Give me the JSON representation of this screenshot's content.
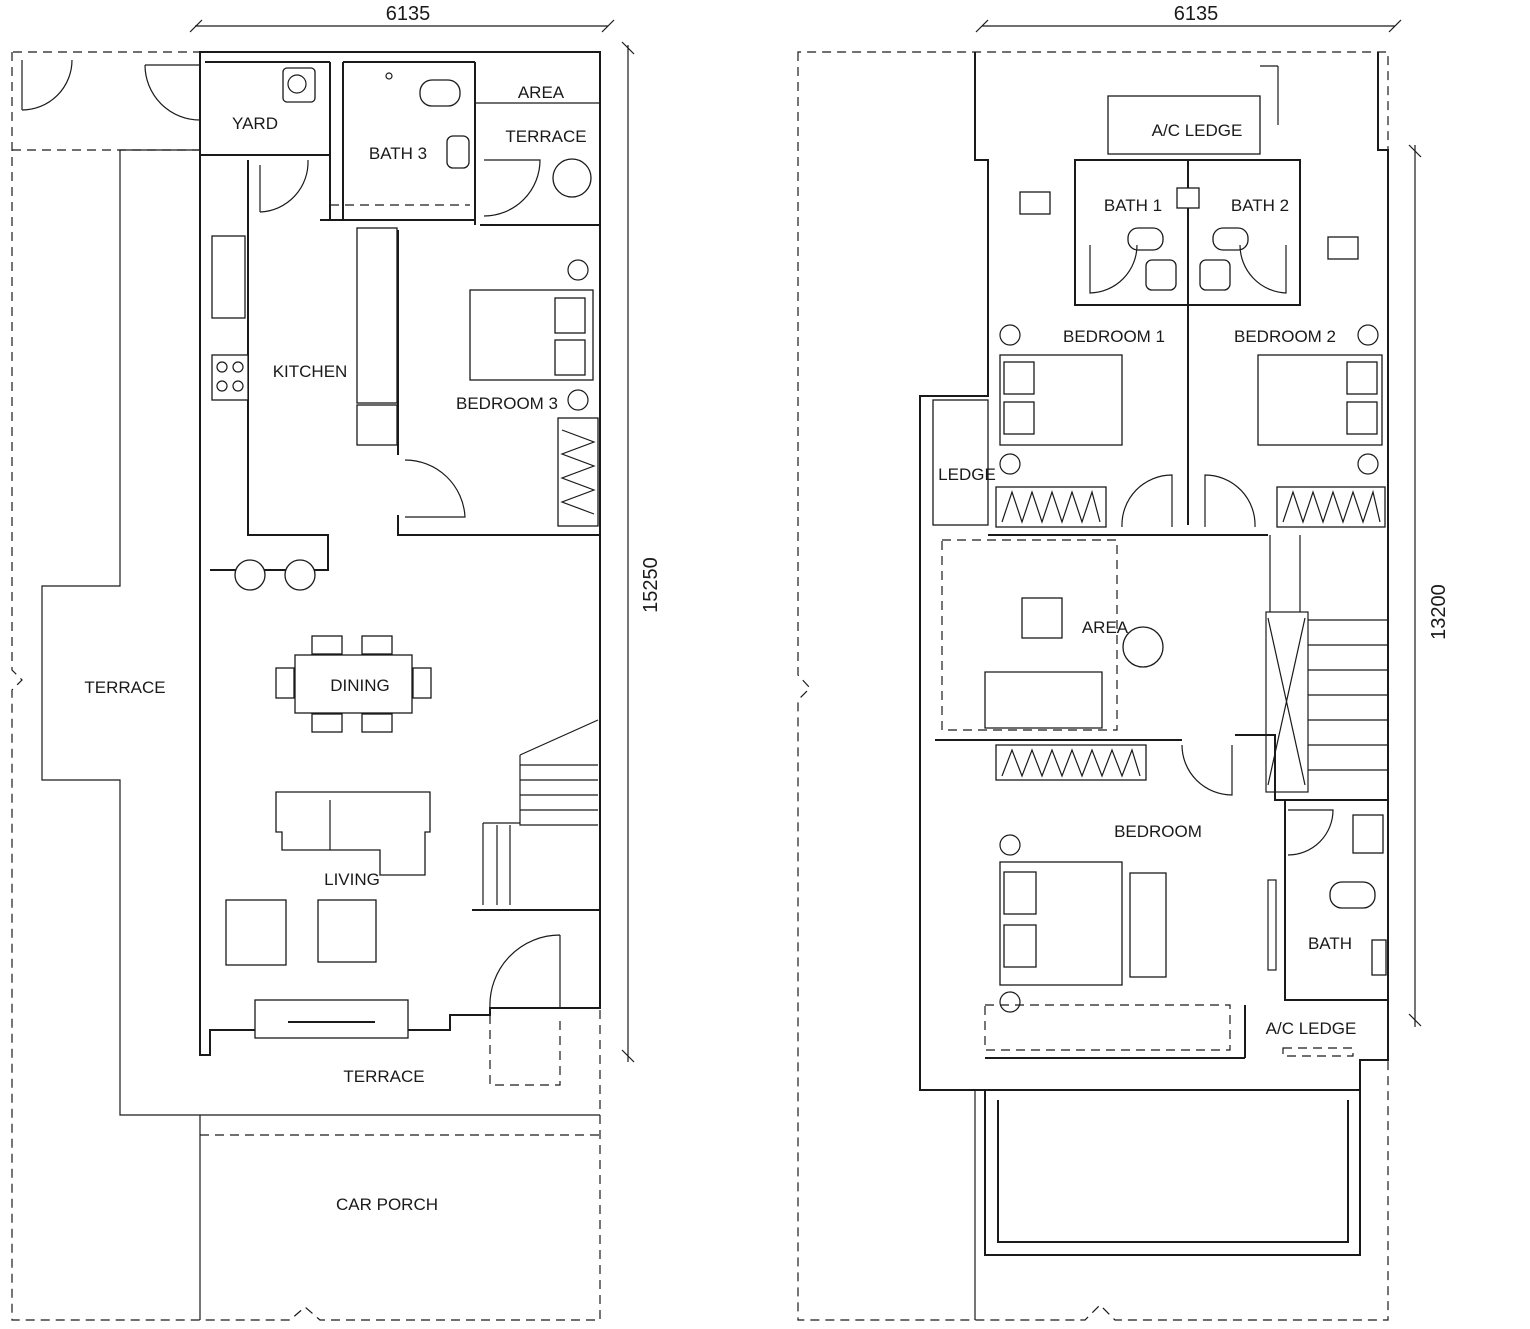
{
  "ground_floor": {
    "dimension_width": "6135",
    "dimension_depth": "15250",
    "rooms": {
      "yard": "YARD",
      "bath3": "BATH 3",
      "area": "AREA",
      "terrace_back": "TERRACE",
      "kitchen": "KITCHEN",
      "bedroom3": "BEDROOM 3",
      "terrace_side": "TERRACE",
      "dining": "DINING",
      "living": "LIVING",
      "terrace_front": "TERRACE",
      "car_porch": "CAR PORCH"
    }
  },
  "first_floor": {
    "dimension_width": "6135",
    "dimension_depth": "13200",
    "rooms": {
      "ac_ledge_top": "A/C LEDGE",
      "bath1": "BATH 1",
      "bath2": "BATH 2",
      "bedroom1": "BEDROOM 1",
      "bedroom2": "BEDROOM 2",
      "ledge": "LEDGE",
      "area": "AREA",
      "bedroom": "BEDROOM",
      "bath": "BATH",
      "ac_ledge_bottom": "A/C LEDGE"
    }
  },
  "colors": {
    "line": "#1a1a1a",
    "background": "#ffffff"
  },
  "icons": [
    "door-swing-icon",
    "toilet-icon",
    "basin-icon",
    "bed-icon",
    "sofa-icon",
    "wardrobe-icon",
    "stair-icon",
    "plant-icon"
  ]
}
